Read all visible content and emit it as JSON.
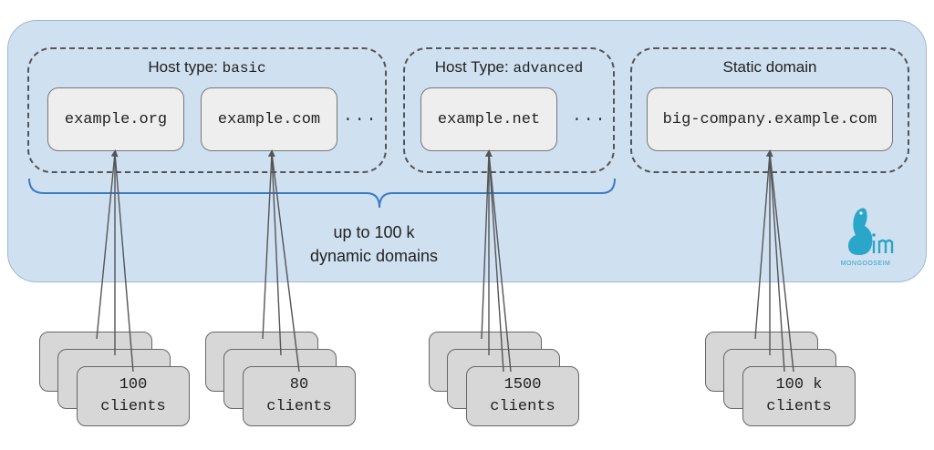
{
  "groups": {
    "basic": {
      "label_prefix": "Host type: ",
      "label_mono": "basic",
      "domains": [
        "example.org",
        "example.com"
      ],
      "ellipsis": "..."
    },
    "advanced": {
      "label_prefix": "Host Type: ",
      "label_mono": "advanced",
      "domains": [
        "example.net"
      ],
      "ellipsis": "..."
    },
    "static": {
      "label": "Static domain",
      "domains": [
        "big-company.example.com"
      ]
    }
  },
  "brace": {
    "line1": "up to 100 k",
    "line2": "dynamic domains"
  },
  "clients": [
    {
      "count": "100",
      "label": "clients"
    },
    {
      "count": "80",
      "label": "clients"
    },
    {
      "count": "1500",
      "label": "clients"
    },
    {
      "count": "100 k",
      "label": "clients"
    }
  ],
  "logo": {
    "text": "MONGOOSEIM",
    "icon": "mongoose-im-logo-icon",
    "color": "#2aa6c8"
  },
  "colors": {
    "cluster_bg": "#cfe0f1",
    "brace": "#3a7cc4",
    "box_bg": "#eeeeee",
    "client_bg": "#d7d7d7"
  }
}
